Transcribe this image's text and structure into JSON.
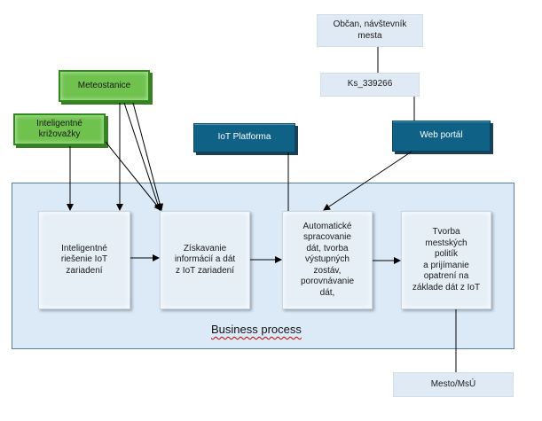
{
  "diagram": {
    "container_label": "Business process",
    "sources": {
      "meteostanice": "Meteostanice",
      "krizovatky": [
        "Inteligentné",
        "križovažky"
      ],
      "iot_platforma": "IoT Platforma",
      "web_portal": "Web portál",
      "obcan": [
        "Občan, návštevník",
        "mesta"
      ],
      "ks": "Ks_339266",
      "mesto": "Mesto/MsÚ"
    },
    "steps": [
      [
        "Inteligentné",
        "riešenie IoT",
        "zariadení"
      ],
      [
        "Získavanie",
        "informácií a dát",
        "z IoT zariadení"
      ],
      [
        "Automatické",
        "spracovanie",
        "dát, tvorba",
        "výstupných",
        "zostáv,",
        "porovnávanie",
        "dát,"
      ],
      [
        "Tvorba",
        "mestských",
        "politík",
        "a prijímanie",
        "opatrení na",
        "základe dát z IoT"
      ]
    ]
  },
  "colors": {
    "green": "#6fc24e",
    "dark_blue": "#0f6186",
    "light_blue": "#dceaf7"
  }
}
